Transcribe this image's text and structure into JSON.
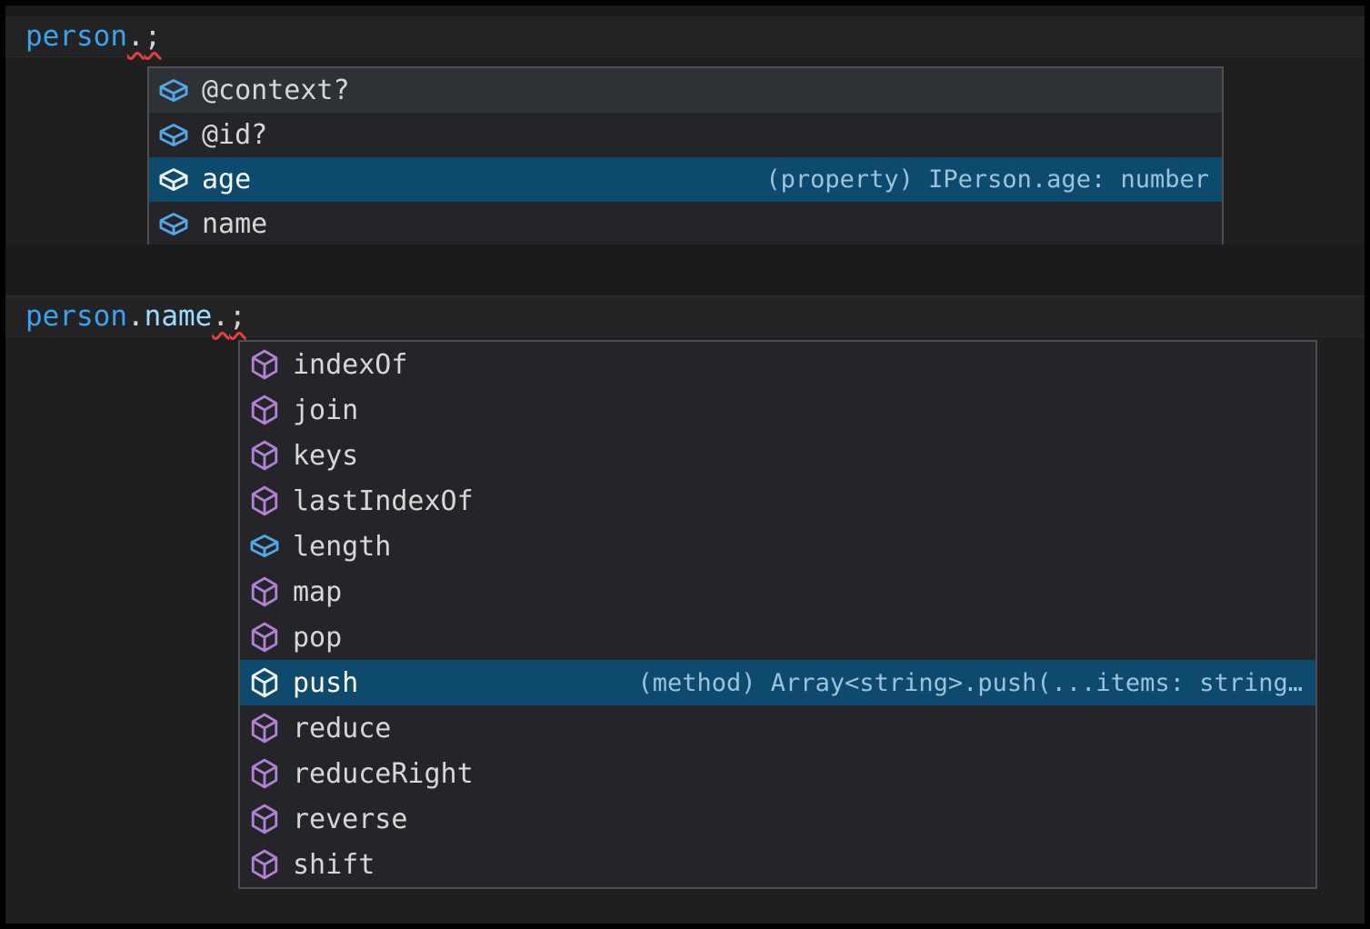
{
  "snippet1": {
    "code": {
      "variable": "person",
      "dot": ".",
      "semicolon": ";"
    },
    "suggest": {
      "items": [
        {
          "label": "@context?",
          "kind": "field",
          "state": "hover"
        },
        {
          "label": "@id?",
          "kind": "field",
          "state": "normal"
        },
        {
          "label": "age",
          "kind": "field",
          "state": "selected",
          "detail": "(property) IPerson.age: number"
        },
        {
          "label": "name",
          "kind": "field",
          "state": "normal"
        }
      ]
    }
  },
  "snippet2": {
    "code": {
      "variable": "person",
      "dot1": ".",
      "property": "name",
      "dot2": ".",
      "semicolon": ";"
    },
    "suggest": {
      "items": [
        {
          "label": "indexOf",
          "kind": "method",
          "state": "normal"
        },
        {
          "label": "join",
          "kind": "method",
          "state": "normal"
        },
        {
          "label": "keys",
          "kind": "method",
          "state": "normal"
        },
        {
          "label": "lastIndexOf",
          "kind": "method",
          "state": "normal"
        },
        {
          "label": "length",
          "kind": "field",
          "state": "normal"
        },
        {
          "label": "map",
          "kind": "method",
          "state": "normal"
        },
        {
          "label": "pop",
          "kind": "method",
          "state": "normal"
        },
        {
          "label": "push",
          "kind": "method",
          "state": "selected",
          "detail": "(method) Array<string>.push(...items: string…"
        },
        {
          "label": "reduce",
          "kind": "method",
          "state": "normal"
        },
        {
          "label": "reduceRight",
          "kind": "method",
          "state": "normal"
        },
        {
          "label": "reverse",
          "kind": "method",
          "state": "normal"
        },
        {
          "label": "shift",
          "kind": "method",
          "state": "normal"
        }
      ]
    }
  },
  "colors": {
    "editor_background": "#1f1f20",
    "list_background": "#252529",
    "list_border": "#4e4e52",
    "selection_background": "#0d4a6e",
    "hover_background": "#2e3236",
    "variable_blue": "#3ba2ec",
    "property_light_blue": "#9cdcfe",
    "field_icon_blue": "#52a7e8",
    "method_icon_purple": "#b180d7",
    "error_squiggle_red": "#e83e3e",
    "detail_text": "#9dc3dc"
  }
}
